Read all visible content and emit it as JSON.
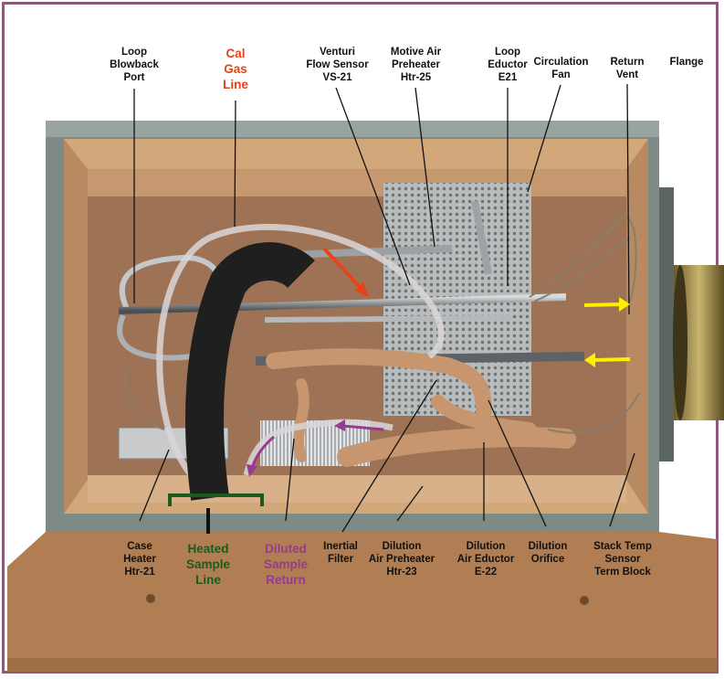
{
  "colors": {
    "frame": "#8e5a7a",
    "cal_gas": "#e8421a",
    "diluted_return": "#963b8d",
    "heated_line": "#1d5a1d",
    "vent_arrows": "#ffee00"
  },
  "labels": {
    "loop_blowback_port": "Loop\nBlowback\nPort",
    "cal_gas_line": "Cal\nGas\nLine",
    "venturi_flow_sensor": "Venturi\nFlow Sensor\nVS-21",
    "motive_air_preheater": "Motive Air\nPreheater\nHtr-25",
    "loop_eductor": "Loop\nEductor\nE21",
    "circulation_fan": "Circulation\nFan",
    "return_vent": "Return\nVent",
    "flange": "Flange",
    "case_heater": "Case\nHeater\nHtr-21",
    "heated_sample_line": "Heated\nSample\nLine",
    "diluted_sample_return": "Diluted\nSample\nReturn",
    "inertial_filter": "Inertial\nFilter",
    "dilution_air_preheater": "Dilution\nAir Preheater\nHtr-23",
    "dilution_air_eductor": "Dilution\nAir Eductor\nE-22",
    "dilution_orifice": "Dilution\nOrifice",
    "stack_temp_sensor": "Stack Temp\nSensor\nTerm Block"
  }
}
